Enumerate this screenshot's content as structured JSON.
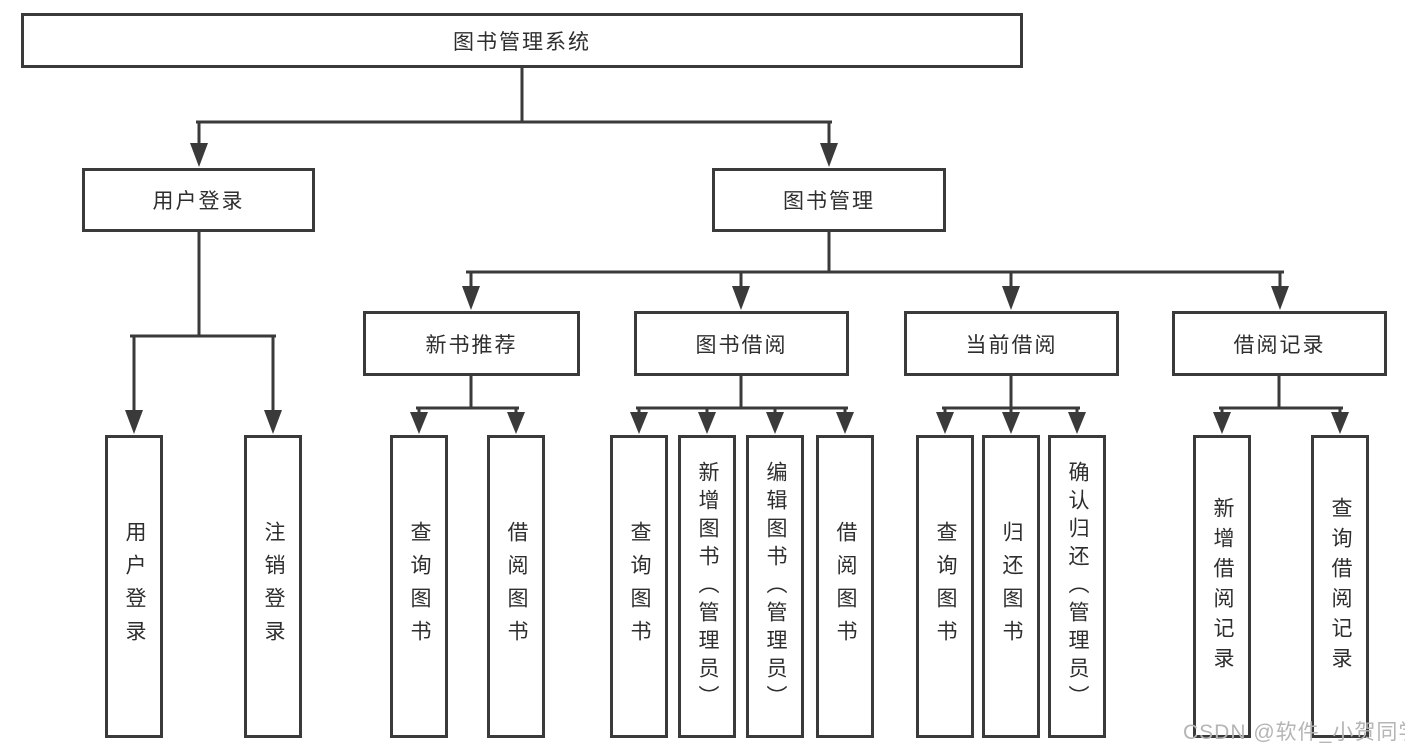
{
  "diagram": {
    "root": "图书管理系统",
    "branches": {
      "user_login": "用户登录",
      "book_manage": "图书管理"
    },
    "modules": {
      "new_book": "新书推荐",
      "book_borrow": "图书借阅",
      "current_borrow": "当前借阅",
      "borrow_record": "借阅记录"
    },
    "leaves": {
      "user_login": "用户登录",
      "logout": "注销登录",
      "newbook_query": "查询图书",
      "newbook_borrow": "借阅图书",
      "borrow_query": "查询图书",
      "borrow_add": "新增图书（管理员）",
      "borrow_edit": "编辑图书（管理员）",
      "borrow_borrow": "借阅图书",
      "current_query": "查询图书",
      "current_return": "归还图书",
      "current_confirm": "确认归还（管理员）",
      "record_add": "新增借阅记录",
      "record_query": "查询借阅记录"
    }
  },
  "watermark": "CSDN @软件_小贺同学",
  "colors": {
    "line": "#3a3a3a",
    "text": "#2e2e2e",
    "watermark": "#b5b5b5",
    "background": "#ffffff"
  }
}
